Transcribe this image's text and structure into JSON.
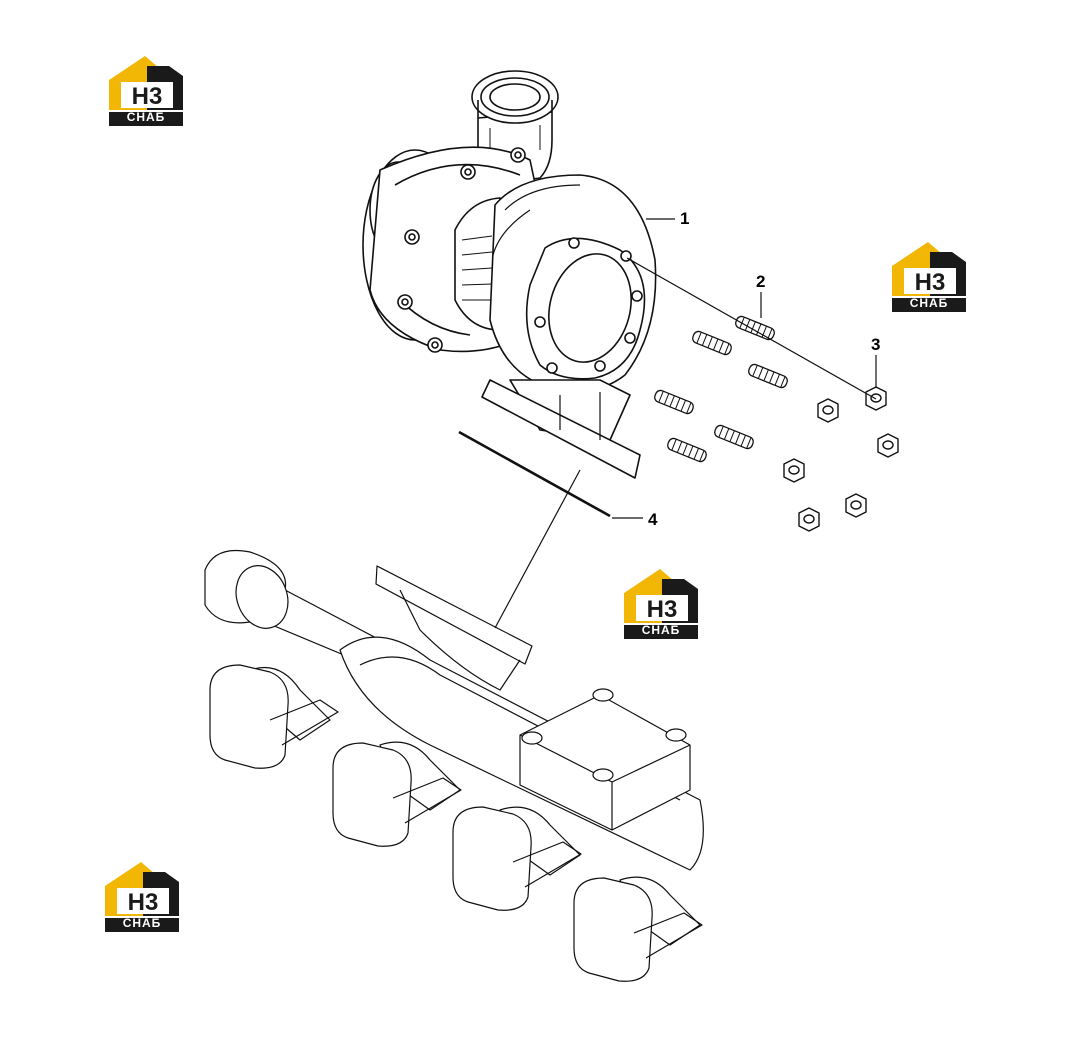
{
  "logo": {
    "mark": "Н3",
    "caption": "СНАБ",
    "accent_color": "#f2b705",
    "dark_color": "#1a1a1a"
  },
  "callouts": [
    {
      "label": "1"
    },
    {
      "label": "2"
    },
    {
      "label": "3"
    },
    {
      "label": "4"
    }
  ]
}
